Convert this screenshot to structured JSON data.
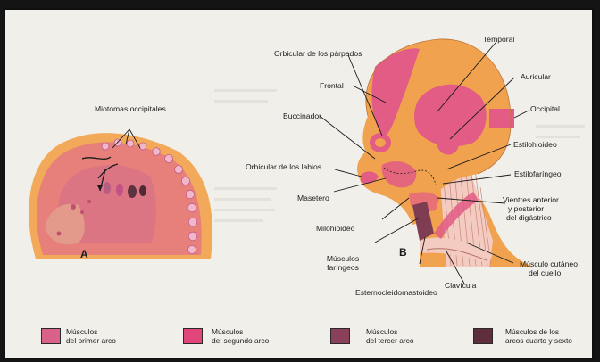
{
  "figure": {
    "panel_a": {
      "letter": "A",
      "label_miotomas": "Miotomas occipitales"
    },
    "panel_b": {
      "letter": "B",
      "labels": {
        "temporal": "Temporal",
        "orbicular_parpados": "Orbicular de los párpados",
        "frontal": "Frontal",
        "auricular": "Auricular",
        "occipital": "Occipital",
        "buccinador": "Buccinador",
        "orbicular_labios": "Orbicular de los labios",
        "estilohioideo": "Estilohioideo",
        "estilofaringeo": "Estilofaríngeo",
        "masetero": "Masetero",
        "vientres_1": "Vientres anterior",
        "vientres_2": "y posterior",
        "vientres_3": "del digástrico",
        "milohioideo": "Milohioideo",
        "faringeos_1": "Músculos",
        "faringeos_2": "faríngeos",
        "cutaneo_1": "Músculo cutáneo",
        "cutaneo_2": "del cuello",
        "clavicula": "Clavícula",
        "esternocleido": "Esternocleidomastoideo"
      }
    },
    "legend": [
      {
        "line1": "Músculos",
        "line2": "del primer arco",
        "color": "#d9618a"
      },
      {
        "line1": "Músculos",
        "line2": "del segundo arco",
        "color": "#e0467a"
      },
      {
        "line1": "Músculos",
        "line2": "del tercer arco",
        "color": "#8a3f5b"
      },
      {
        "line1": "Músculos de los",
        "line2": "arcos cuarto y sexto",
        "color": "#5e2e3c"
      }
    ]
  },
  "colors": {
    "orange": "#f0a24e",
    "pink": "#e25c86",
    "embryo_body": "#e67f7a"
  }
}
